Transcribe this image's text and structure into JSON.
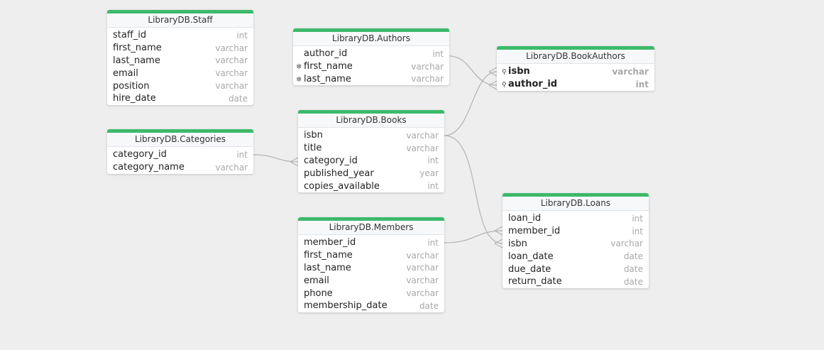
{
  "tables": {
    "staff": {
      "title": "LibraryDB.Staff",
      "columns": [
        {
          "name": "staff_id",
          "type": "int"
        },
        {
          "name": "first_name",
          "type": "varchar"
        },
        {
          "name": "last_name",
          "type": "varchar"
        },
        {
          "name": "email",
          "type": "varchar"
        },
        {
          "name": "position",
          "type": "varchar"
        },
        {
          "name": "hire_date",
          "type": "date"
        }
      ]
    },
    "authors": {
      "title": "LibraryDB.Authors",
      "columns": [
        {
          "name": "author_id",
          "type": "int"
        },
        {
          "name": "first_name",
          "type": "varchar",
          "mark": "❄"
        },
        {
          "name": "last_name",
          "type": "varchar",
          "mark": "❄"
        }
      ]
    },
    "bookauthors": {
      "title": "LibraryDB.BookAuthors",
      "columns": [
        {
          "name": "isbn",
          "type": "varchar",
          "mark": "⚲"
        },
        {
          "name": "author_id",
          "type": "int",
          "mark": "⚲"
        }
      ]
    },
    "categories": {
      "title": "LibraryDB.Categories",
      "columns": [
        {
          "name": "category_id",
          "type": "int"
        },
        {
          "name": "category_name",
          "type": "varchar"
        }
      ]
    },
    "books": {
      "title": "LibraryDB.Books",
      "columns": [
        {
          "name": "isbn",
          "type": "varchar"
        },
        {
          "name": "title",
          "type": "varchar"
        },
        {
          "name": "category_id",
          "type": "int"
        },
        {
          "name": "published_year",
          "type": "year"
        },
        {
          "name": "copies_available",
          "type": "int"
        }
      ]
    },
    "members": {
      "title": "LibraryDB.Members",
      "columns": [
        {
          "name": "member_id",
          "type": "int"
        },
        {
          "name": "first_name",
          "type": "varchar"
        },
        {
          "name": "last_name",
          "type": "varchar"
        },
        {
          "name": "email",
          "type": "varchar"
        },
        {
          "name": "phone",
          "type": "varchar"
        },
        {
          "name": "membership_date",
          "type": "date"
        }
      ]
    },
    "loans": {
      "title": "LibraryDB.Loans",
      "columns": [
        {
          "name": "loan_id",
          "type": "int"
        },
        {
          "name": "member_id",
          "type": "int"
        },
        {
          "name": "isbn",
          "type": "varchar"
        },
        {
          "name": "loan_date",
          "type": "date"
        },
        {
          "name": "due_date",
          "type": "date"
        },
        {
          "name": "return_date",
          "type": "date"
        }
      ]
    }
  },
  "colors": {
    "header_accent": "#3cba6a",
    "connector": "#b3b3b3",
    "canvas": "#eeeeee"
  }
}
